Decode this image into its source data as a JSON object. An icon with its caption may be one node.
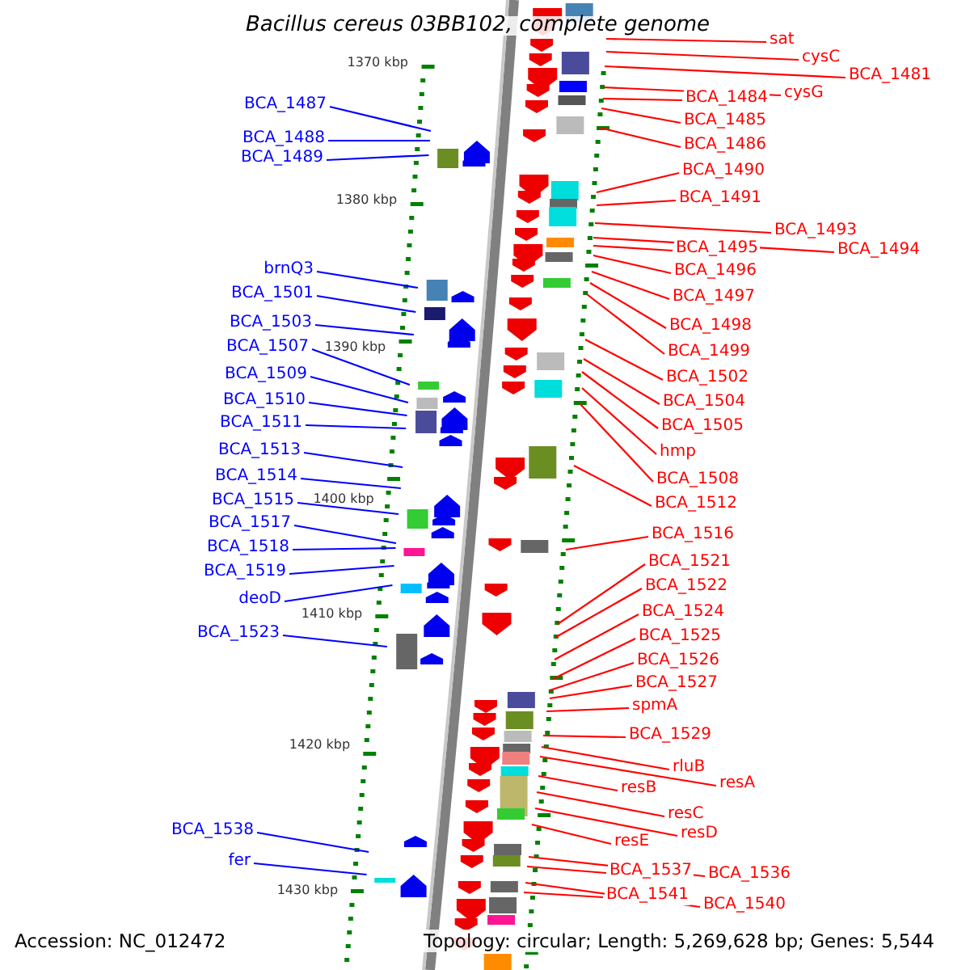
{
  "diagram": {
    "title": "Bacillus cereus 03BB102, complete genome",
    "nodes": [
      {
        "text": [
          "BCA_1487"
        ]
      },
      {
        "text": [
          "BCA_1488"
        ]
      },
      {
        "text": [
          "BCA_1489"
        ]
      },
      {
        "text": [
          "brnQ3"
        ]
      },
      {
        "text": [
          "BCA_1501"
        ]
      },
      {
        "text": [
          "BCA_1503"
        ]
      },
      {
        "text": [
          "BCA_1507"
        ]
      },
      {
        "text": [
          "BCA_1509"
        ]
      },
      {
        "text": [
          "BCA_1510"
        ]
      },
      {
        "text": [
          "BCA_1511"
        ]
      },
      {
        "text": [
          "BCA_1513"
        ]
      },
      {
        "text": [
          "BCA_1514"
        ]
      },
      {
        "text": [
          "BCA_1515"
        ]
      },
      {
        "text": [
          "BCA_1517"
        ]
      },
      {
        "text": [
          "BCA_1518"
        ]
      },
      {
        "text": [
          "BCA_1519"
        ]
      },
      {
        "text": [
          "deoD"
        ]
      },
      {
        "text": [
          "BCA_1523"
        ]
      },
      {
        "text": [
          "BCA_1538"
        ]
      },
      {
        "text": [
          "fer"
        ]
      },
      {
        "text": [
          "sat"
        ]
      },
      {
        "text": [
          "cysC"
        ]
      },
      {
        "text": [
          "BCA_1481"
        ]
      },
      {
        "text": [
          "cysG"
        ]
      },
      {
        "text": [
          "BCA_1484"
        ]
      },
      {
        "text": [
          "BCA_1485"
        ]
      },
      {
        "text": [
          "BCA_1486"
        ]
      },
      {
        "text": [
          "BCA_1490"
        ]
      },
      {
        "text": [
          "BCA_1491"
        ]
      },
      {
        "text": [
          "BCA_1493"
        ]
      },
      {
        "text": [
          "BCA_1494"
        ]
      },
      {
        "text": [
          "BCA_1495"
        ]
      },
      {
        "text": [
          "BCA_1496"
        ]
      },
      {
        "text": [
          "BCA_1497"
        ]
      },
      {
        "text": [
          "BCA_1498"
        ]
      },
      {
        "text": [
          "BCA_1499"
        ]
      },
      {
        "text": [
          "BCA_1502"
        ]
      },
      {
        "text": [
          "BCA_1504"
        ]
      },
      {
        "text": [
          "BCA_1505"
        ]
      },
      {
        "text": [
          "hmp"
        ]
      },
      {
        "text": [
          "BCA_1508"
        ]
      },
      {
        "text": [
          "BCA_1512"
        ]
      },
      {
        "text": [
          "BCA_1516"
        ]
      },
      {
        "text": [
          "BCA_1521"
        ]
      },
      {
        "text": [
          "BCA_1522"
        ]
      },
      {
        "text": [
          "BCA_1524"
        ]
      },
      {
        "text": [
          "BCA_1525"
        ]
      },
      {
        "text": [
          "BCA_1526"
        ]
      },
      {
        "text": [
          "BCA_1527"
        ]
      },
      {
        "text": [
          "spmA"
        ]
      },
      {
        "text": [
          "BCA_1529"
        ]
      },
      {
        "text": [
          "rluB"
        ]
      },
      {
        "text": [
          "resA"
        ]
      },
      {
        "text": [
          "resB"
        ]
      },
      {
        "text": [
          "resC"
        ]
      },
      {
        "text": [
          "resD"
        ]
      },
      {
        "text": [
          "resE"
        ]
      },
      {
        "text": [
          "BCA_1536"
        ]
      },
      {
        "text": [
          "BCA_1537"
        ]
      },
      {
        "text": [
          "BCA_1540"
        ]
      },
      {
        "text": [
          "BCA_1541"
        ]
      }
    ],
    "edges": [
      {
        "from": 0,
        "to": null,
        "arrow": "none",
        "color": "#0000ff"
      },
      {
        "from": 1,
        "to": null,
        "arrow": "none",
        "color": "#0000ff"
      },
      {
        "from": 2,
        "to": null,
        "arrow": "none",
        "color": "#0000ff"
      },
      {
        "from": 3,
        "to": null,
        "arrow": "none",
        "color": "#0000ff"
      },
      {
        "from": 4,
        "to": null,
        "arrow": "none",
        "color": "#0000ff"
      },
      {
        "from": 5,
        "to": null,
        "arrow": "none",
        "color": "#0000ff"
      },
      {
        "from": 6,
        "to": null,
        "arrow": "none",
        "color": "#0000ff"
      },
      {
        "from": 7,
        "to": null,
        "arrow": "none",
        "color": "#0000ff"
      },
      {
        "from": 8,
        "to": null,
        "arrow": "none",
        "color": "#0000ff"
      },
      {
        "from": 9,
        "to": null,
        "arrow": "none",
        "color": "#0000ff"
      },
      {
        "from": 10,
        "to": null,
        "arrow": "none",
        "color": "#0000ff"
      },
      {
        "from": 11,
        "to": null,
        "arrow": "none",
        "color": "#0000ff"
      },
      {
        "from": 12,
        "to": null,
        "arrow": "none",
        "color": "#0000ff"
      },
      {
        "from": 13,
        "to": null,
        "arrow": "none",
        "color": "#0000ff"
      },
      {
        "from": 14,
        "to": null,
        "arrow": "none",
        "color": "#0000ff"
      },
      {
        "from": 15,
        "to": null,
        "arrow": "none",
        "color": "#0000ff"
      },
      {
        "from": 16,
        "to": null,
        "arrow": "none",
        "color": "#0000ff"
      },
      {
        "from": 17,
        "to": null,
        "arrow": "none",
        "color": "#0000ff"
      },
      {
        "from": 18,
        "to": null,
        "arrow": "none",
        "color": "#0000ff"
      },
      {
        "from": 19,
        "to": null,
        "arrow": "none",
        "color": "#0000ff"
      },
      {
        "from": 20,
        "to": null,
        "arrow": "none"
      },
      {
        "from": 21,
        "to": null,
        "arrow": "none"
      },
      {
        "from": 22,
        "to": null,
        "arrow": "none"
      },
      {
        "from": 23,
        "to": null,
        "arrow": "none"
      },
      {
        "from": 24,
        "to": null,
        "arrow": "none"
      },
      {
        "from": 25,
        "to": null,
        "arrow": "none"
      },
      {
        "from": 26,
        "to": null,
        "arrow": "none"
      },
      {
        "from": 27,
        "to": null,
        "arrow": "none"
      },
      {
        "from": 28,
        "to": null,
        "arrow": "none"
      },
      {
        "from": 29,
        "to": null,
        "arrow": "none"
      },
      {
        "from": 30,
        "to": null,
        "arrow": "none"
      },
      {
        "from": 31,
        "to": null,
        "arrow": "none"
      },
      {
        "from": 32,
        "to": null,
        "arrow": "none"
      },
      {
        "from": 33,
        "to": null,
        "arrow": "none"
      },
      {
        "from": 34,
        "to": null,
        "arrow": "none"
      },
      {
        "from": 35,
        "to": null,
        "arrow": "none"
      },
      {
        "from": 36,
        "to": null,
        "arrow": "none"
      },
      {
        "from": 37,
        "to": null,
        "arrow": "none"
      },
      {
        "from": 38,
        "to": null,
        "arrow": "none"
      },
      {
        "from": 39,
        "to": null,
        "arrow": "none"
      },
      {
        "from": 40,
        "to": null,
        "arrow": "none"
      },
      {
        "from": 41,
        "to": null,
        "arrow": "none"
      },
      {
        "from": 42,
        "to": null,
        "arrow": "none"
      },
      {
        "from": 43,
        "to": null,
        "arrow": "none"
      },
      {
        "from": 44,
        "to": null,
        "arrow": "none"
      },
      {
        "from": 45,
        "to": null,
        "arrow": "none"
      },
      {
        "from": 46,
        "to": null,
        "arrow": "none"
      },
      {
        "from": 47,
        "to": null,
        "arrow": "none"
      },
      {
        "from": 48,
        "to": null,
        "arrow": "none"
      },
      {
        "from": 49,
        "to": null,
        "arrow": "none"
      },
      {
        "from": 50,
        "to": null,
        "arrow": "none"
      },
      {
        "from": 51,
        "to": null,
        "arrow": "none"
      },
      {
        "from": 52,
        "to": null,
        "arrow": "none"
      },
      {
        "from": 53,
        "to": null,
        "arrow": "none"
      },
      {
        "from": 54,
        "to": null,
        "arrow": "none"
      },
      {
        "from": 55,
        "to": null,
        "arrow": "none"
      },
      {
        "from": 56,
        "to": null,
        "arrow": "none"
      },
      {
        "from": 57,
        "to": null,
        "arrow": "none"
      },
      {
        "from": 58,
        "to": null,
        "arrow": "none"
      },
      {
        "from": 59,
        "to": null,
        "arrow": "none"
      },
      {
        "from": 60,
        "to": null,
        "arrow": "none"
      }
    ],
    "labels": [
      "1370 kbp",
      "1380 kbp",
      "1390 kbp",
      "1400 kbp",
      "1410 kbp",
      "1420 kbp",
      "1430 kbp",
      "Accession: NC_012472",
      "Topology: circular; Length: 5,269,628 bp; Genes: 5,544"
    ]
  }
}
